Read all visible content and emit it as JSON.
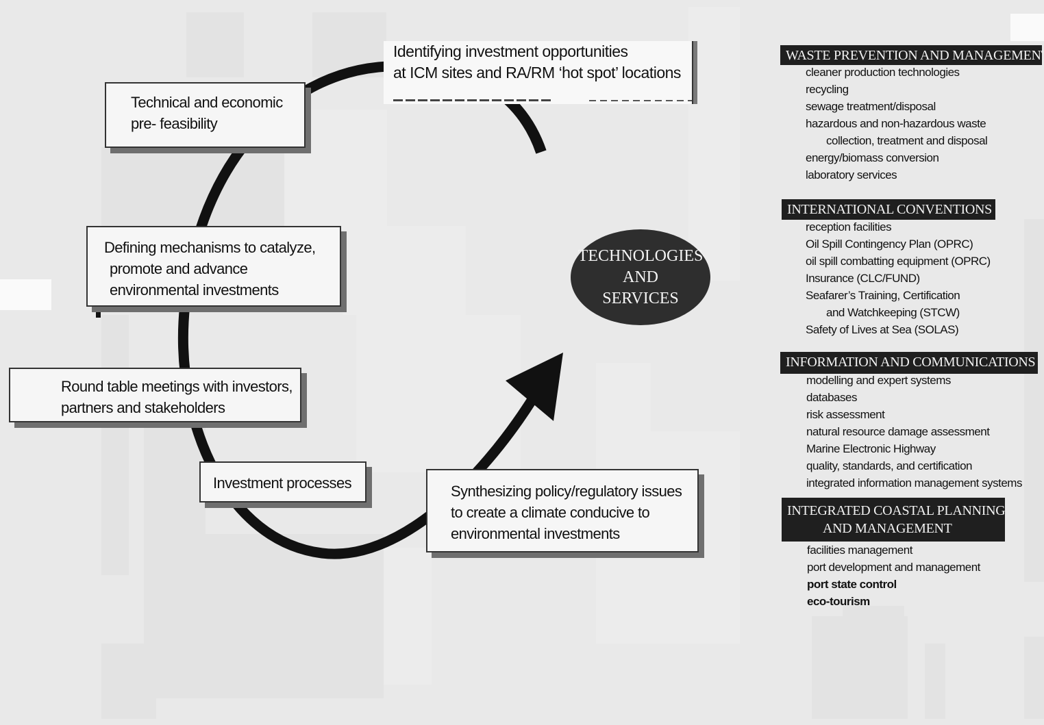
{
  "cycle": {
    "box_identifying": [
      "Identifying investment opportunities",
      "at ICM sites and RA/RM ‘hot spot’ locations"
    ],
    "box_technical": [
      "Technical and economic",
      "pre- feasibility"
    ],
    "box_defining": [
      "Defining mechanisms to catalyze,",
      "promote and advance",
      "environmental investments"
    ],
    "box_roundtable": [
      "Round table meetings with investors,",
      "partners and stakeholders"
    ],
    "box_investment": [
      "Investment processes"
    ],
    "box_synthesizing": [
      "Synthesizing policy/regulatory issues",
      "to create a climate conducive to",
      "environmental investments"
    ]
  },
  "center": {
    "label_lines": [
      "TECHNOLOGIES",
      "AND",
      "SERVICES"
    ]
  },
  "categories": [
    {
      "heading": "WASTE PREVENTION AND MANAGEMENT",
      "items": [
        {
          "text": "cleaner production technologies"
        },
        {
          "text": "recycling"
        },
        {
          "text": "sewage treatment/disposal"
        },
        {
          "text": "hazardous and non-hazardous waste"
        },
        {
          "text": "collection, treatment and disposal"
        },
        {
          "text": "energy/biomass conversion"
        },
        {
          "text": "laboratory services"
        }
      ]
    },
    {
      "heading": "INTERNATIONAL CONVENTIONS",
      "items": [
        {
          "text": "reception facilities"
        },
        {
          "text": "Oil Spill Contingency Plan (OPRC)"
        },
        {
          "text": "oil spill combatting equipment (OPRC)"
        },
        {
          "text": "Insurance (CLC/FUND)"
        },
        {
          "text": "Seafarer’s Training, Certification"
        },
        {
          "text": "and Watchkeeping (STCW)"
        },
        {
          "text": "Safety of Lives at Sea (SOLAS)"
        }
      ]
    },
    {
      "heading": "INFORMATION AND COMMUNICATIONS",
      "items": [
        {
          "text": "modelling and expert systems"
        },
        {
          "text": "databases"
        },
        {
          "text": "risk assessment"
        },
        {
          "text": "natural resource damage assessment"
        },
        {
          "text": "Marine Electronic Highway"
        },
        {
          "text": "quality, standards, and certification"
        },
        {
          "text": "integrated information management systems"
        }
      ]
    },
    {
      "heading_lines": [
        "INTEGRATED COASTAL PLANNING",
        "AND MANAGEMENT"
      ],
      "items": [
        {
          "text": "facilities management"
        },
        {
          "text": "port development and management"
        },
        {
          "text": "port state control"
        },
        {
          "text": "eco-tourism"
        }
      ]
    }
  ]
}
